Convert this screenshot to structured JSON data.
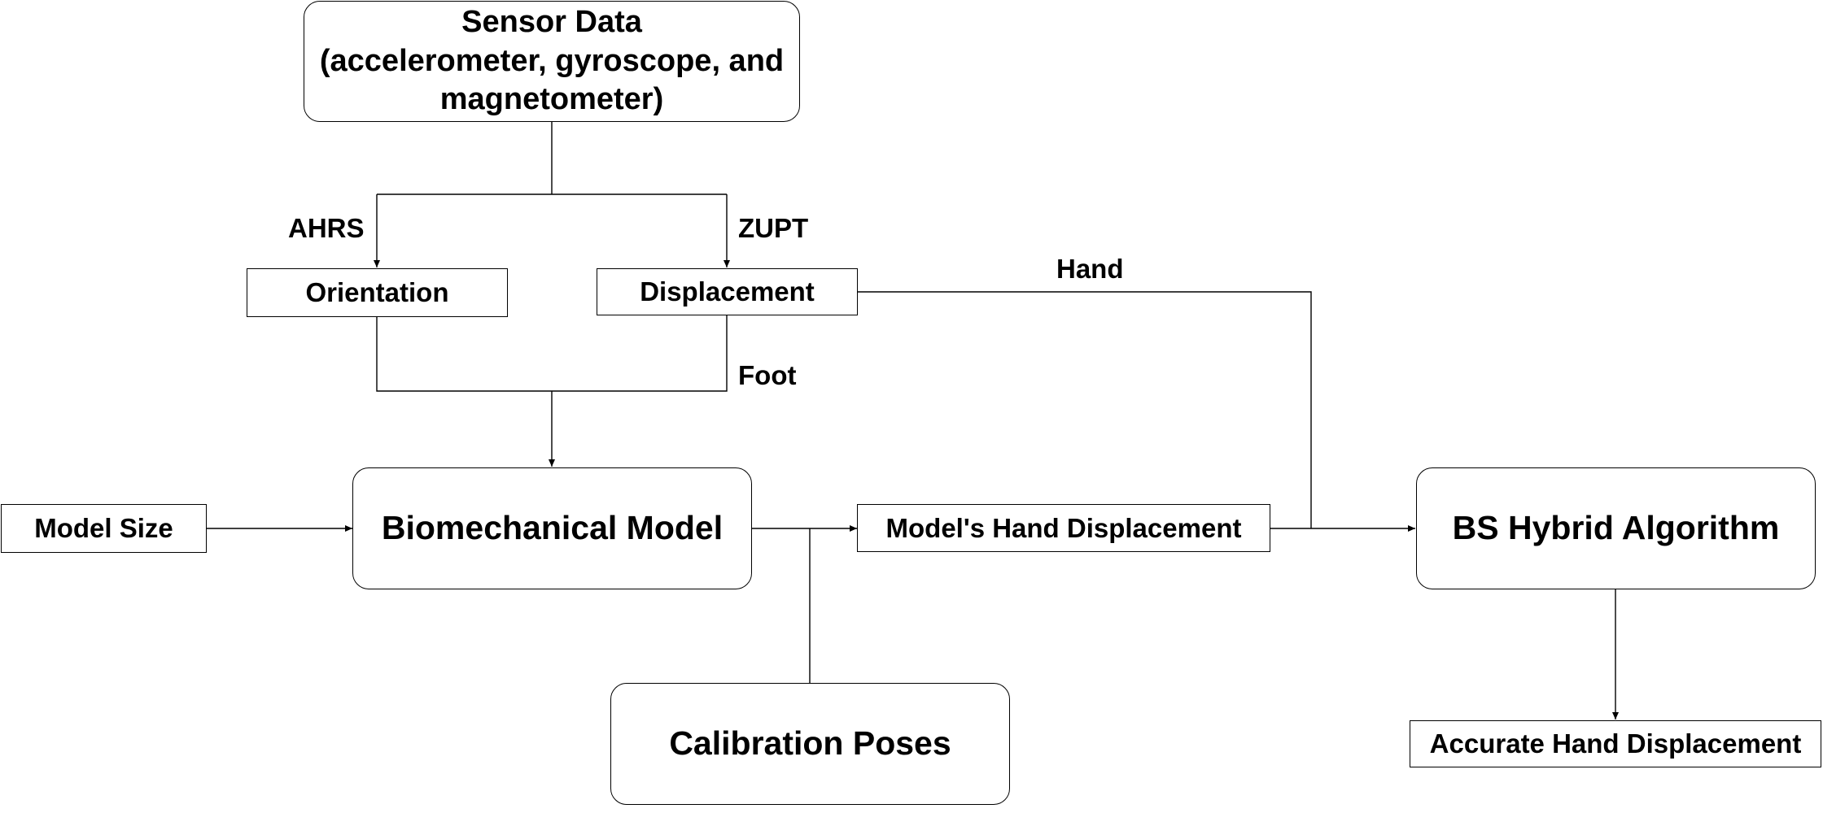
{
  "nodes": {
    "sensor_data": {
      "line1": "Sensor Data",
      "line2": "(accelerometer, gyroscope, and",
      "line3": "magnetometer)"
    },
    "orientation": "Orientation",
    "displacement": "Displacement",
    "biomechanical_model": "Biomechanical Model",
    "model_size": "Model Size",
    "models_hand_displacement": "Model's Hand Displacement",
    "calibration_poses": "Calibration Poses",
    "bs_hybrid_algorithm": "BS Hybrid Algorithm",
    "accurate_hand_displacement": "Accurate Hand Displacement"
  },
  "edge_labels": {
    "ahrs": "AHRS",
    "zupt": "ZUPT",
    "hand": "Hand",
    "foot": "Foot"
  }
}
